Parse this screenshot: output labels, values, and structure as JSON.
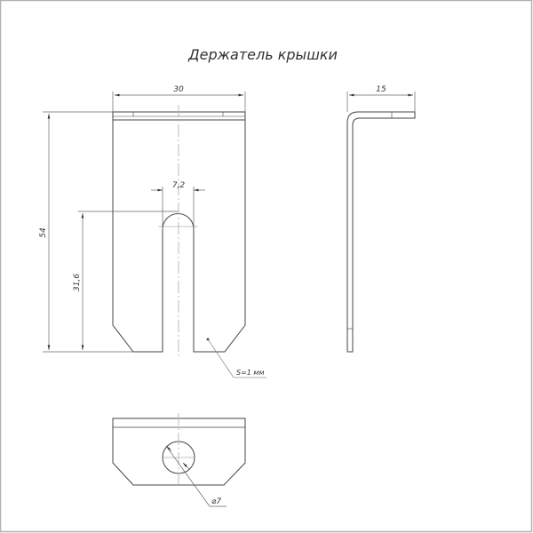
{
  "title": "Держатель крышки",
  "dimensions": {
    "width": "30",
    "flange": "15",
    "slot_width": "7,2",
    "height": "54",
    "slot_depth": "31,6",
    "thickness_note": "S=1 мм",
    "hole_diameter": "⌀7"
  },
  "colors": {
    "line": "#444444",
    "dim": "#666666",
    "center": "#aaaaaa",
    "border": "#b0b0b0"
  }
}
